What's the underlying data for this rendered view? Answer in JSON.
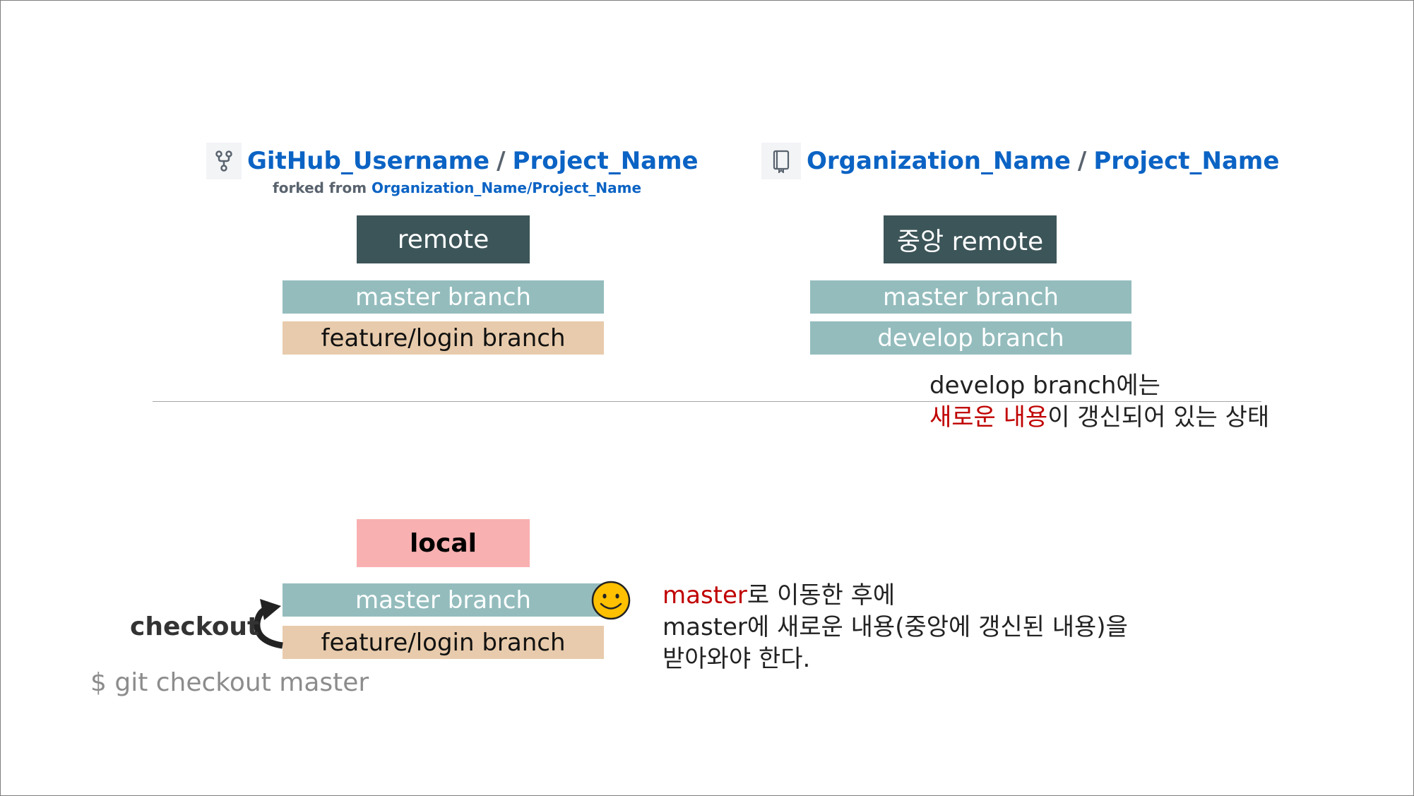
{
  "left_repo": {
    "owner": "GitHub_Username",
    "separator": "/",
    "name": "Project_Name",
    "forked_prefix": "forked from",
    "forked_source": "Organization_Name/Project_Name",
    "icon": "fork-icon"
  },
  "right_repo": {
    "owner": "Organization_Name",
    "separator": "/",
    "name": "Project_Name",
    "icon": "repo-book-icon"
  },
  "left_remote": {
    "label": "remote",
    "branches": [
      "master branch",
      "feature/login branch"
    ]
  },
  "central_remote": {
    "label": "중앙 remote",
    "branches": [
      "master branch",
      "develop branch"
    ]
  },
  "remote_note": {
    "line1": "develop branch에는",
    "line2_highlight": "새로운 내용",
    "line2_rest": "이 갱신되어 있는 상태"
  },
  "local": {
    "label": "local",
    "branches": [
      "master branch",
      "feature/login branch"
    ],
    "current_icon": "smiley-icon"
  },
  "checkout": {
    "label": "checkout",
    "command": "$ git checkout master",
    "arrow_icon": "curved-arrow-up-icon"
  },
  "local_note": {
    "line1_highlight": "master",
    "line1_rest": "로 이동한 후에",
    "line2": "master에 새로운 내용(중앙에 갱신된 내용)을",
    "line3": "받아와야 한다."
  },
  "colors": {
    "remote_box": "#3c5559",
    "branch_blue": "#94bcbd",
    "branch_tan": "#e8cbac",
    "local_box": "#f9b0b1",
    "link": "#0b63c4",
    "highlight_red": "#c00000"
  }
}
